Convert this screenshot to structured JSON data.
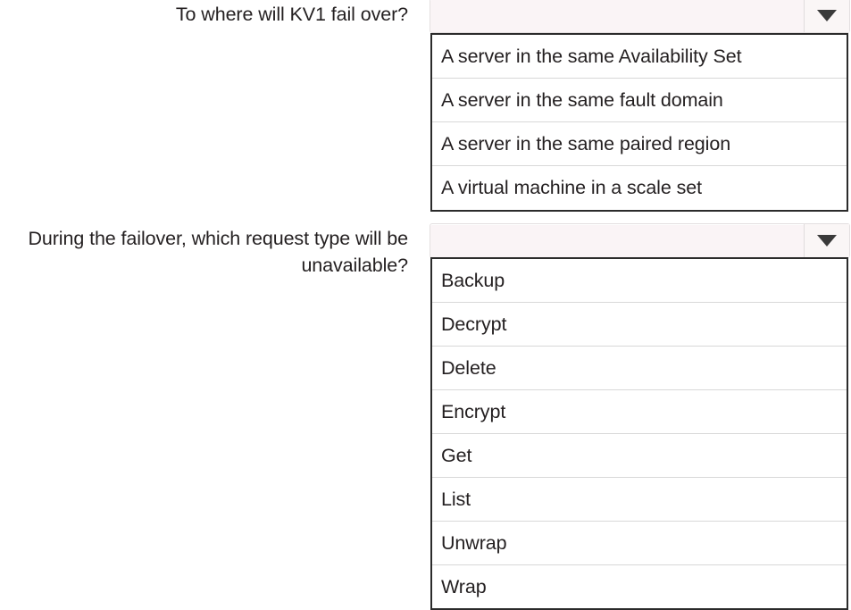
{
  "questions": [
    {
      "label": "To where will KV1 fail over?",
      "dropdown": {
        "selected_value": "",
        "state": "open",
        "arrow_icon": "chevron-down-icon",
        "options": [
          "A server in the same Availability Set",
          "A server in the same fault domain",
          "A server in the same paired region",
          "A virtual machine in a scale set"
        ]
      }
    },
    {
      "label": "During the failover, which request type will be  unavailable?",
      "dropdown": {
        "selected_value": "",
        "state": "open",
        "arrow_icon": "chevron-down-icon",
        "options": [
          "Backup",
          "Decrypt",
          "Delete",
          "Encrypt",
          "Get",
          "List",
          "Unwrap",
          "Wrap"
        ]
      }
    }
  ],
  "colors": {
    "page_background": "#ffffff",
    "text": "#231f20",
    "combo_background": "#faf4f6",
    "combo_border": "#e3dfe0",
    "list_border": "#2b2b2b",
    "row_separator": "#d8d8d8",
    "caret": "#3a3a3a"
  }
}
